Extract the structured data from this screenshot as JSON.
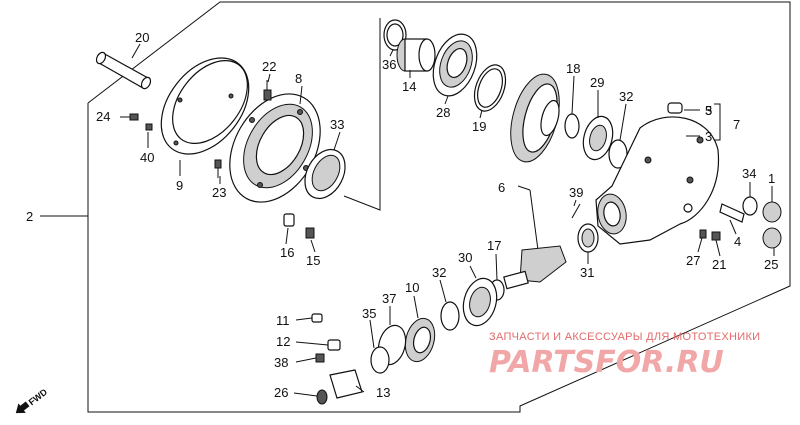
{
  "part_numbers": {
    "n1": "1",
    "n2": "2",
    "n3a": "3",
    "n3b": "3",
    "n4": "4",
    "n5": "5",
    "n6": "6",
    "n7": "7",
    "n8": "8",
    "n9": "9",
    "n10": "10",
    "n11": "11",
    "n12": "12",
    "n13": "13",
    "n14": "14",
    "n15": "15",
    "n16": "16",
    "n17": "17",
    "n18": "18",
    "n19": "19",
    "n20": "20",
    "n21": "21",
    "n22": "22",
    "n23": "23",
    "n24": "24",
    "n25": "25",
    "n26": "26",
    "n27": "27",
    "n28": "28",
    "n29": "29",
    "n30": "30",
    "n31": "31",
    "n32a": "32",
    "n32b": "32",
    "n33": "33",
    "n34": "34",
    "n35": "35",
    "n36": "36",
    "n37": "37",
    "n38": "38",
    "n39": "39",
    "n40": "40"
  },
  "direction_marker": "FWD",
  "watermark": {
    "caption": "ЗАПЧАСТИ И АКСЕССУАРЫ ДЛЯ МОТОТЕХНИКИ",
    "logo": "PARTSFOR.RU"
  },
  "colors": {
    "line": "#111111",
    "watermark_caption": "#e26b6b",
    "watermark_logo": "#f1a7a7"
  }
}
